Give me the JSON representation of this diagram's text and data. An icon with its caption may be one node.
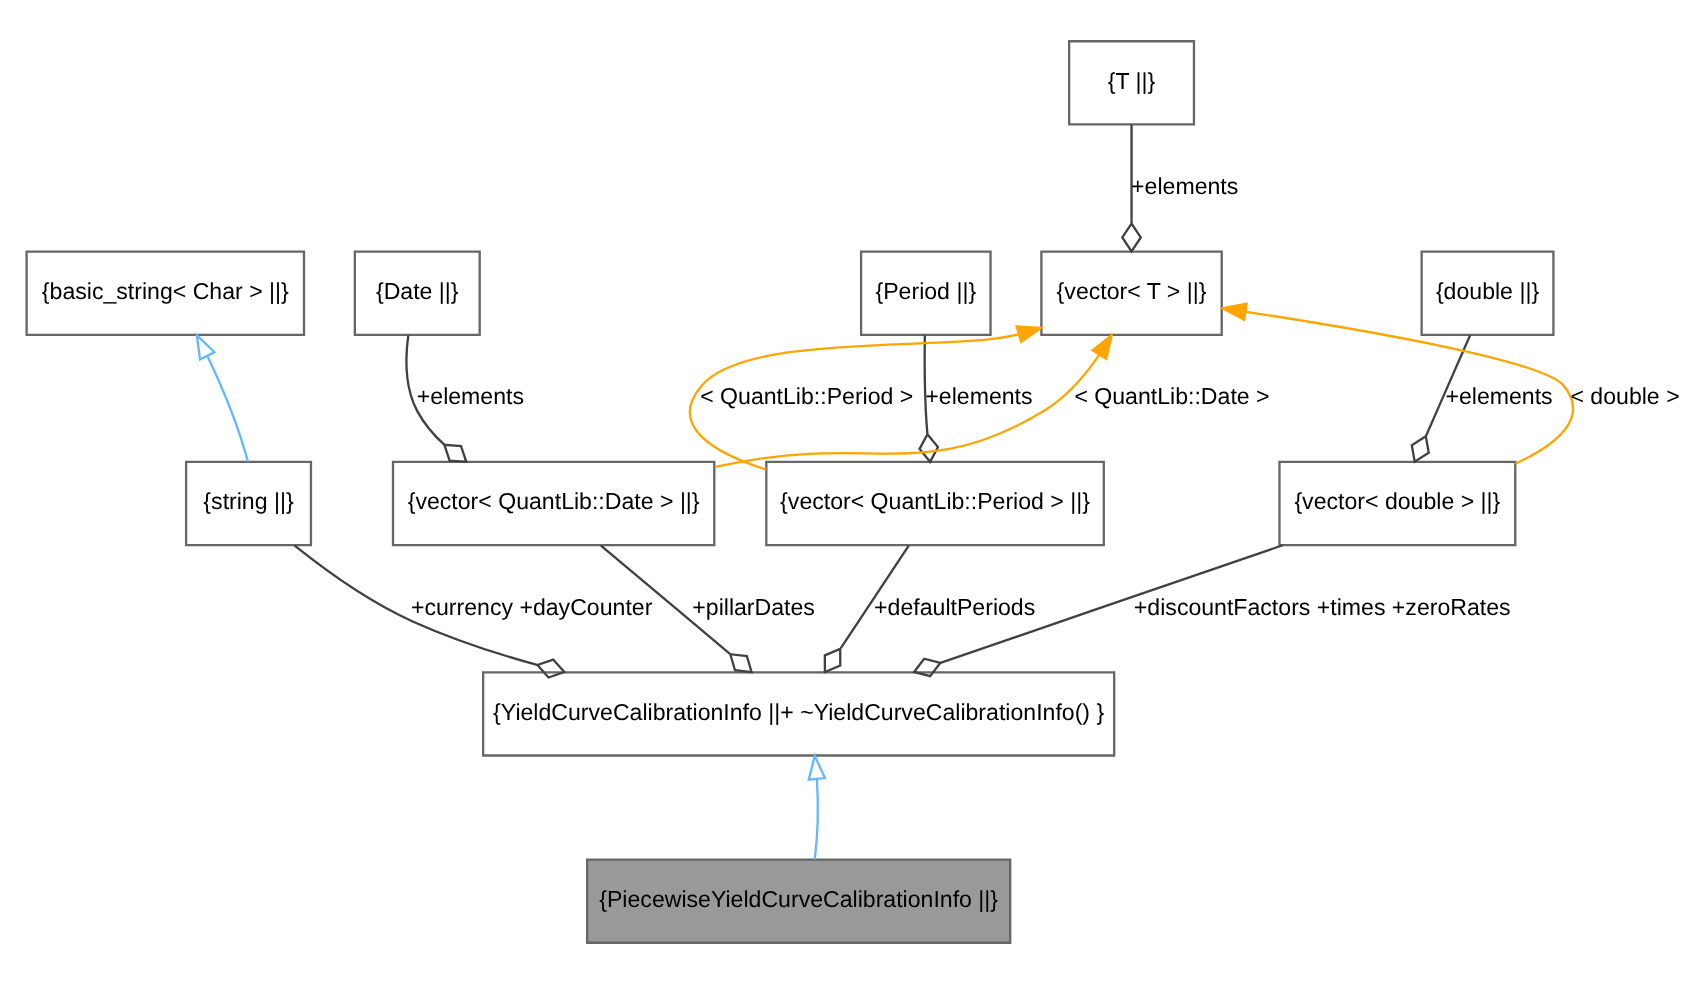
{
  "diagram": {
    "nodes": [
      {
        "text": [
          "{T ||}"
        ]
      },
      {
        "text": [
          "{basic_string< Char > ||}"
        ]
      },
      {
        "text": [
          "{Period ||}"
        ]
      },
      {
        "text": [
          "{vector< T > ||}"
        ]
      },
      {
        "text": [
          "{Date ||}"
        ]
      },
      {
        "text": [
          "{double ||}"
        ]
      },
      {
        "text": [
          "{string ||}"
        ]
      },
      {
        "text": [
          "{vector< QuantLib::Period > ||}"
        ]
      },
      {
        "text": [
          "{vector< QuantLib::Date > ||}"
        ]
      },
      {
        "text": [
          "{vector< double > ||}"
        ]
      },
      {
        "text": [
          "{YieldCurveCalibrationInfo ||+ ~YieldCurveCalibrationInfo() }"
        ]
      },
      {
        "text": [
          "{PiecewiseYieldCurveCalibrationInfo ||}"
        ]
      }
    ],
    "edges": [
      {
        "from": 0,
        "to": 3,
        "arrow": "other",
        "label": "+elements",
        "color": "#404040"
      },
      {
        "from": 6,
        "to": 1,
        "arrow": "to",
        "color": "#63b8ff"
      },
      {
        "from": 2,
        "to": 7,
        "arrow": "other",
        "label": "+elements",
        "color": "#404040"
      },
      {
        "from": 7,
        "to": 3,
        "arrow": "to",
        "label": "< QuantLib::Period >",
        "color": "#ffa500"
      },
      {
        "from": 8,
        "to": 3,
        "arrow": "to",
        "label": "< QuantLib::Date >",
        "color": "#ffa500"
      },
      {
        "from": 9,
        "to": 3,
        "arrow": "to",
        "label": "< double >",
        "color": "#ffa500"
      },
      {
        "from": 4,
        "to": 8,
        "arrow": "other",
        "label": "+elements",
        "color": "#404040"
      },
      {
        "from": 5,
        "to": 9,
        "arrow": "other",
        "label": "+elements",
        "color": "#404040"
      },
      {
        "from": 6,
        "to": 10,
        "arrow": "other",
        "label": "+currency +dayCounter",
        "color": "#404040"
      },
      {
        "from": 7,
        "to": 10,
        "arrow": "other",
        "label": "+defaultPeriods",
        "color": "#404040"
      },
      {
        "from": 8,
        "to": 10,
        "arrow": "other",
        "label": "+pillarDates",
        "color": "#404040"
      },
      {
        "from": 9,
        "to": 10,
        "arrow": "other",
        "label": "+discountFactors +times +zeroRates",
        "color": "#404040"
      },
      {
        "from": 11,
        "to": 10,
        "arrow": "to",
        "color": "#63b8ff"
      }
    ]
  }
}
